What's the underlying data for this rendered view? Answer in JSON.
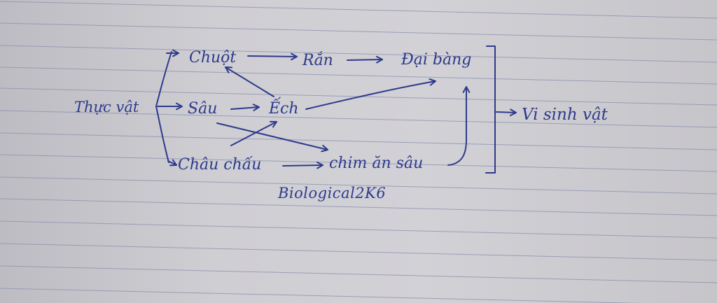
{
  "colors": {
    "ink": "#2e3a8c",
    "rule": "#8b93ad",
    "paper": "#cecdd2"
  },
  "diagram": {
    "producer": "Thực vật",
    "nodes": {
      "rat": "Chuột",
      "snake": "Rắn",
      "eagle": "Đại bàng",
      "worm": "Sâu",
      "frog": "Ếch",
      "grasshopper": "Châu chấu",
      "bird": "chim ăn sâu"
    },
    "decomposer": "Vi sinh vật",
    "watermark": "Biological2K6"
  }
}
